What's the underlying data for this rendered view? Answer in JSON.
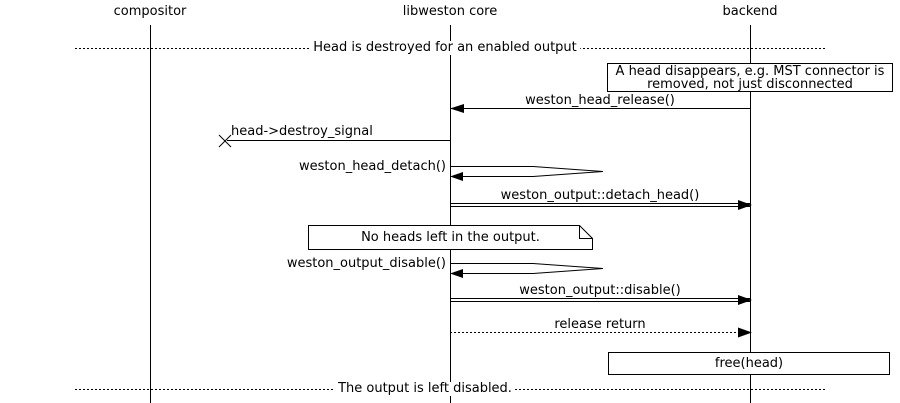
{
  "actors": [
    {
      "label": "compositor"
    },
    {
      "label": "libweston core"
    },
    {
      "label": "backend"
    }
  ],
  "dividers": [
    {
      "label": "Head is destroyed for an enabled output"
    },
    {
      "label": "The output is left disabled."
    }
  ],
  "notes": [
    {
      "line1": "A head disappears, e.g. MST connector is",
      "line2": "removed, not just disconnected"
    },
    {
      "text": "No heads left in the output."
    }
  ],
  "boxes": [
    {
      "label": "free(head)"
    }
  ],
  "messages": [
    {
      "label": "weston_head_release()",
      "from": "backend",
      "to": "libweston core",
      "style": "call"
    },
    {
      "label": "head->destroy_signal",
      "from": "libweston core",
      "to": "lost",
      "style": "lost"
    },
    {
      "label": "weston_head_detach()",
      "from": "libweston core",
      "to": "libweston core",
      "style": "self"
    },
    {
      "label": "weston_output::detach_head()",
      "from": "libweston core",
      "to": "backend",
      "style": "method"
    },
    {
      "label": "weston_output_disable()",
      "from": "libweston core",
      "to": "libweston core",
      "style": "self"
    },
    {
      "label": "weston_output::disable()",
      "from": "libweston core",
      "to": "backend",
      "style": "method"
    },
    {
      "label": "release return",
      "from": "libweston core",
      "to": "backend",
      "style": "return"
    }
  ],
  "colors": {
    "background": "#ffffff",
    "line": "#000000",
    "text": "#000000"
  }
}
